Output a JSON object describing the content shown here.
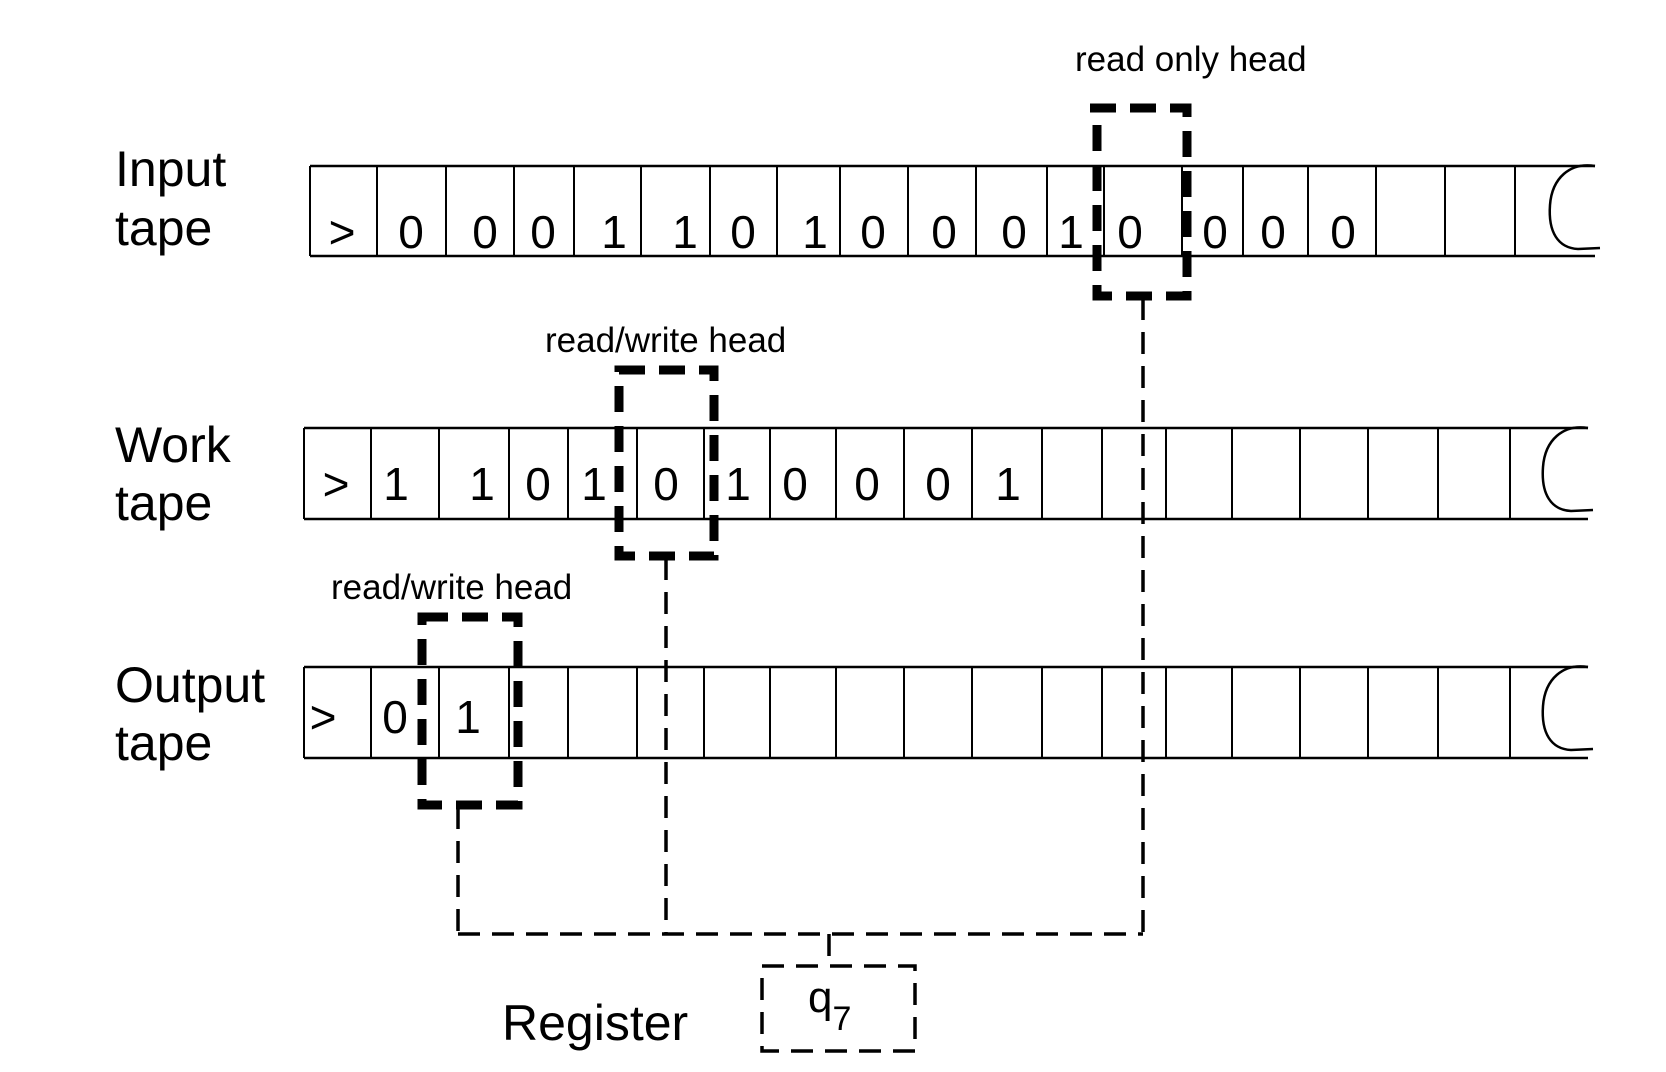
{
  "tapes": {
    "input": {
      "label_line1": "Input",
      "label_line2": "tape",
      "symbols": [
        ">",
        "0",
        "0",
        "0",
        "1",
        "1",
        "0",
        "1",
        "0",
        "0",
        "0",
        "1",
        "0",
        "0",
        "0",
        "0"
      ],
      "head_label": "read only head"
    },
    "work": {
      "label_line1": "Work",
      "label_line2": "tape",
      "symbols": [
        ">",
        "1",
        "1",
        "0",
        "1",
        "0",
        "1",
        "0",
        "0",
        "0",
        "1"
      ],
      "head_label": "read/write head"
    },
    "output": {
      "label_line1": "Output",
      "label_line2": "tape",
      "symbols": [
        ">",
        "0",
        "1"
      ],
      "head_label": "read/write head"
    }
  },
  "register": {
    "label": "Register",
    "state_symbol": "q",
    "state_subscript": "7"
  },
  "colors": {
    "ink": "#000000",
    "background": "#ffffff"
  }
}
